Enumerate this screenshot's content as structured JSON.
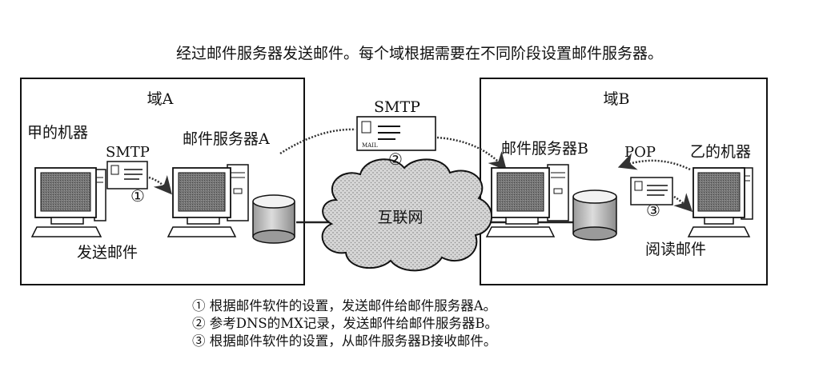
{
  "caption": "经过邮件服务器发送邮件。每个域根据需要在不同阶段设置邮件服务器。",
  "domain_a": {
    "title": "域A",
    "sender_label": "甲的机器",
    "smtp_label": "SMTP",
    "step_marker": "①",
    "server_label": "邮件服务器A",
    "action_label": "发送邮件"
  },
  "internet": {
    "smtp_label": "SMTP",
    "step_marker": "②",
    "cloud_label": "互联网",
    "envelope_stamp": "MAIL"
  },
  "domain_b": {
    "title": "域B",
    "server_label": "邮件服务器B",
    "pop_label": "POP",
    "receiver_label": "乙的机器",
    "step_marker": "③",
    "action_label": "阅读邮件"
  },
  "notes": [
    "① 根据邮件软件的设置，发送邮件给邮件服务器A。",
    "② 参考DNS的MX记录，发送邮件给邮件服务器B。",
    "③ 根据邮件软件的设置，从邮件服务器B接收邮件。"
  ]
}
